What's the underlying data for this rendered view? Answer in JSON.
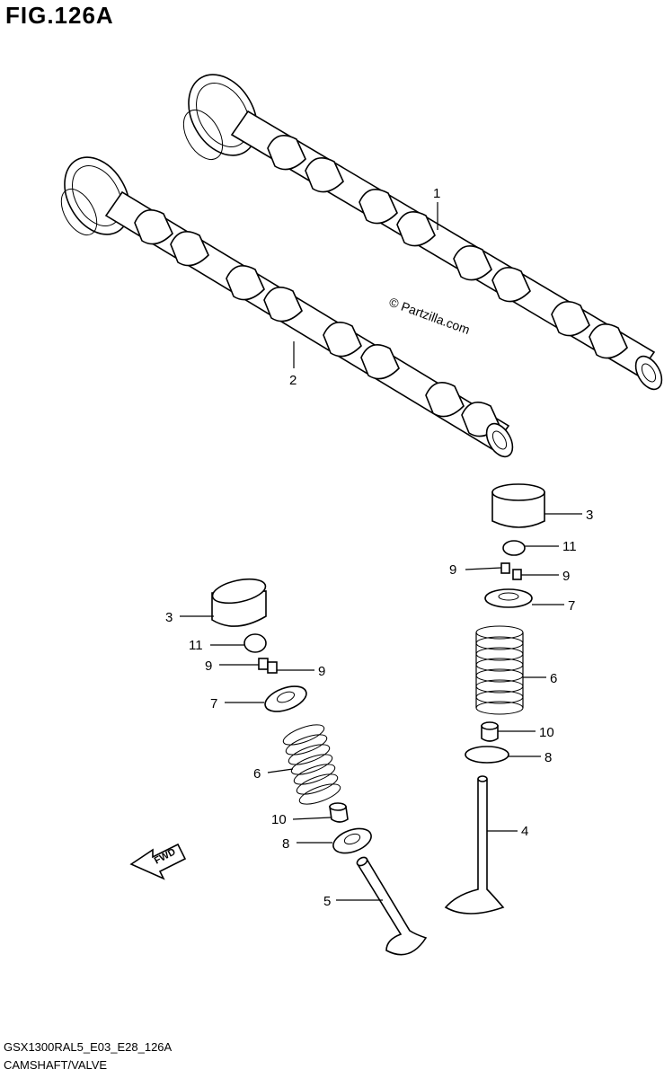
{
  "figure_title": "FIG.126A",
  "watermark": "© Partzilla.com",
  "fwd_label": "FWD",
  "footer": {
    "code": "GSX1300RAL5_E03_E28_126A",
    "name": "CAMSHAFT/VALVE"
  },
  "callouts": {
    "p1": "1",
    "p2": "2",
    "p3a": "3",
    "p3b": "3",
    "p4": "4",
    "p5": "5",
    "p6a": "6",
    "p6b": "6",
    "p7a": "7",
    "p7b": "7",
    "p8a": "8",
    "p8b": "8",
    "p9a": "9",
    "p9b": "9",
    "p9c": "9",
    "p9d": "9",
    "p10a": "10",
    "p10b": "10",
    "p11a": "11",
    "p11b": "11"
  }
}
